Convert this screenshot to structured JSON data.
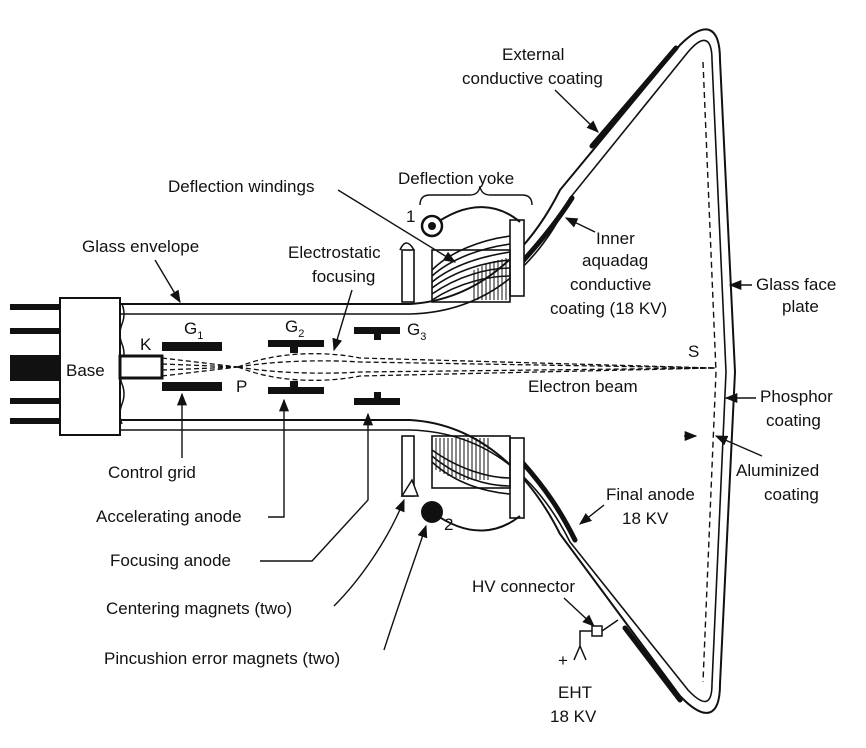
{
  "labels": {
    "external": [
      "External",
      "conductive coating"
    ],
    "deflection_windings": "Deflection windings",
    "deflection_yoke": "Deflection yoke",
    "glass_envelope": "Glass envelope",
    "electrostatic": [
      "Electrostatic",
      "focusing"
    ],
    "inner": [
      "Inner",
      "aquadag",
      "conductive",
      "coating (18 KV)"
    ],
    "glass_face": [
      "Glass face",
      "plate"
    ],
    "base": "Base",
    "k": "K",
    "g1": "G",
    "g1_sub": "1",
    "g2": "G",
    "g2_sub": "2",
    "g3": "G",
    "g3_sub": "3",
    "p": "P",
    "s": "S",
    "electron_beam": "Electron beam",
    "phosphor": [
      "Phosphor",
      "coating"
    ],
    "aluminized": [
      "Aluminized",
      "coating"
    ],
    "control_grid": "Control grid",
    "accelerating_anode": "Accelerating anode",
    "final_anode": [
      "Final anode",
      "18 KV"
    ],
    "focusing_anode": "Focusing anode",
    "centering_magnets": "Centering magnets (two)",
    "hv_connector": "HV connector",
    "pincushion": "Pincushion error magnets (two)",
    "plus": "+",
    "eht": [
      "EHT",
      "18 KV"
    ],
    "one": "1",
    "two": "2"
  },
  "colors": {
    "ink": "#111111",
    "background": "#ffffff"
  }
}
